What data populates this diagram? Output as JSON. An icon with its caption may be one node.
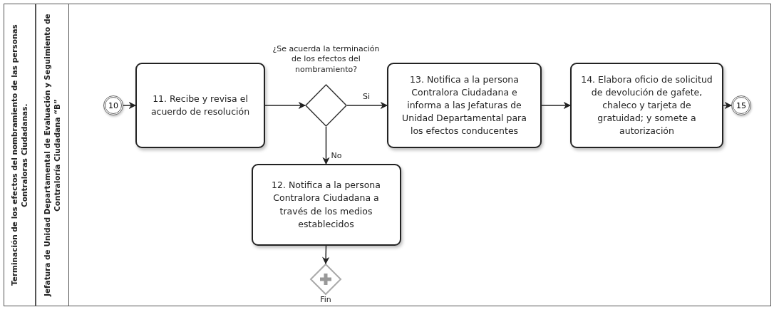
{
  "diagram": {
    "nodes": [
      {
        "text": [
          "Terminación de los efectos del nombramiento de las personas Contraloras Ciudadanas."
        ]
      },
      {
        "text": [
          "Jefatura de Unidad Departamental de Evaluación y Seguimiento de Contraloría Ciudadana “B”"
        ],
        "in": 0
      },
      {
        "text": [
          "10"
        ],
        "in": 1
      },
      {
        "text": [
          "11. Recibe y revisa el acuerdo de resolución"
        ],
        "in": 1
      },
      {
        "text": [
          "¿Se acuerda la terminación de los efectos del nombramiento?"
        ],
        "in": 1
      },
      {
        "text": [
          "13. Notifica a la persona Contralora Ciudadana e informa a las Jefaturas de Unidad Departamental para los efectos conducentes"
        ],
        "in": 1
      },
      {
        "text": [
          "14. Elabora oficio de solicitud de devolución de gafete, chaleco y tarjeta de gratuidad; y somete a autorización"
        ],
        "in": 1
      },
      {
        "text": [
          "15"
        ],
        "in": 1
      },
      {
        "text": [
          "12. Notifica a la persona Contralora Ciudadana a través de los medios establecidos"
        ],
        "in": 1
      },
      {
        "text": [
          "Fin"
        ],
        "in": 1
      }
    ],
    "edges": [
      {
        "from": 2,
        "to": 3,
        "arrow": "to"
      },
      {
        "from": 3,
        "to": 4,
        "arrow": "to"
      },
      {
        "from": 4,
        "to": 5,
        "arrow": "to",
        "label": "Si"
      },
      {
        "from": 5,
        "to": 6,
        "arrow": "to"
      },
      {
        "from": 6,
        "to": 7,
        "arrow": "to"
      },
      {
        "from": 4,
        "to": 8,
        "arrow": "to",
        "label": "No"
      },
      {
        "from": 8,
        "to": 9,
        "arrow": "to"
      }
    ]
  }
}
